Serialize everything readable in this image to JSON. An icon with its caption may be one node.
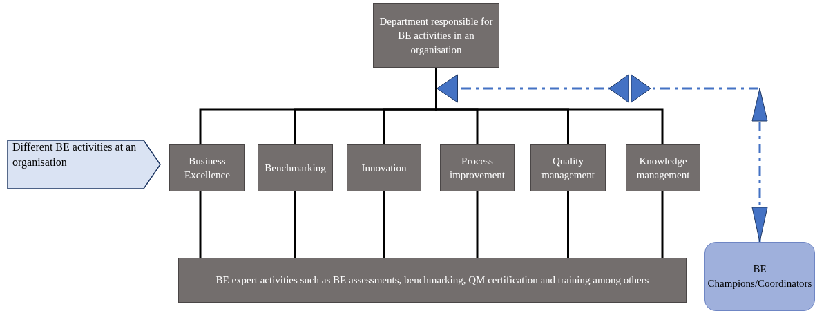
{
  "diagram": {
    "nodes": [
      {
        "text": [
          "Department responsible for BE activities in an organisation"
        ]
      },
      {
        "text": [
          "Different BE activities at an organisation"
        ]
      },
      {
        "text": [
          "Business Excellence"
        ]
      },
      {
        "text": [
          "Benchmarking"
        ]
      },
      {
        "text": [
          "Innovation"
        ]
      },
      {
        "text": [
          "Process improvement"
        ]
      },
      {
        "text": [
          "Quality management"
        ]
      },
      {
        "text": [
          "Knowledge management"
        ]
      },
      {
        "text": [
          "BE expert activities such as BE assessments, benchmarking, QM certification and training among others"
        ]
      },
      {
        "text": [
          "BE Champions/Coordinators"
        ]
      }
    ],
    "edges": [
      {
        "from": 0,
        "to": 2,
        "arrow": "none"
      },
      {
        "from": 0,
        "to": 3,
        "arrow": "none"
      },
      {
        "from": 0,
        "to": 4,
        "arrow": "none"
      },
      {
        "from": 0,
        "to": 5,
        "arrow": "none"
      },
      {
        "from": 0,
        "to": 6,
        "arrow": "none"
      },
      {
        "from": 0,
        "to": 7,
        "arrow": "none"
      },
      {
        "from": 2,
        "to": 8,
        "arrow": "none"
      },
      {
        "from": 3,
        "to": 8,
        "arrow": "none"
      },
      {
        "from": 4,
        "to": 8,
        "arrow": "none"
      },
      {
        "from": 5,
        "to": 8,
        "arrow": "none"
      },
      {
        "from": 6,
        "to": 8,
        "arrow": "none"
      },
      {
        "from": 7,
        "to": 8,
        "arrow": "none"
      },
      {
        "from": 9,
        "to": 0,
        "arrow": "both",
        "style": "dashed",
        "color": "#4472c4"
      }
    ]
  }
}
